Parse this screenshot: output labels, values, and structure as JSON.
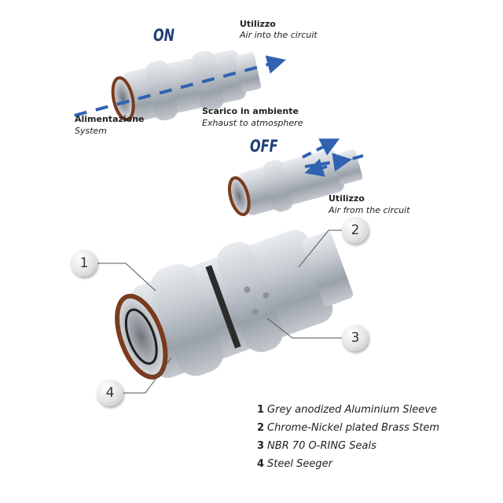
{
  "on_diagram": {
    "state_label": "ON",
    "outlet_title": "Utilizzo",
    "outlet_subtitle": "Air into the circuit",
    "inlet_title": "Alimentazione",
    "inlet_subtitle": "System",
    "exhaust_title": "Scarico in ambiente",
    "exhaust_subtitle": "Exhaust to atmosphere"
  },
  "off_diagram": {
    "state_label": "OFF",
    "outlet_title": "Utilizzo",
    "outlet_subtitle": "Air from the circuit"
  },
  "callouts": [
    "1",
    "2",
    "3",
    "4"
  ],
  "legend": [
    {
      "num": "1",
      "text": "Grey anodized Aluminium Sleeve"
    },
    {
      "num": "2",
      "text": "Chrome-Nickel plated Brass Stem"
    },
    {
      "num": "3",
      "text": "NBR 70 O-RING Seals"
    },
    {
      "num": "4",
      "text": "Steel Seeger"
    }
  ],
  "colors": {
    "accent": "#1f3f75",
    "arrow": "#2f62b0",
    "seeger": "#7a3b1e"
  }
}
